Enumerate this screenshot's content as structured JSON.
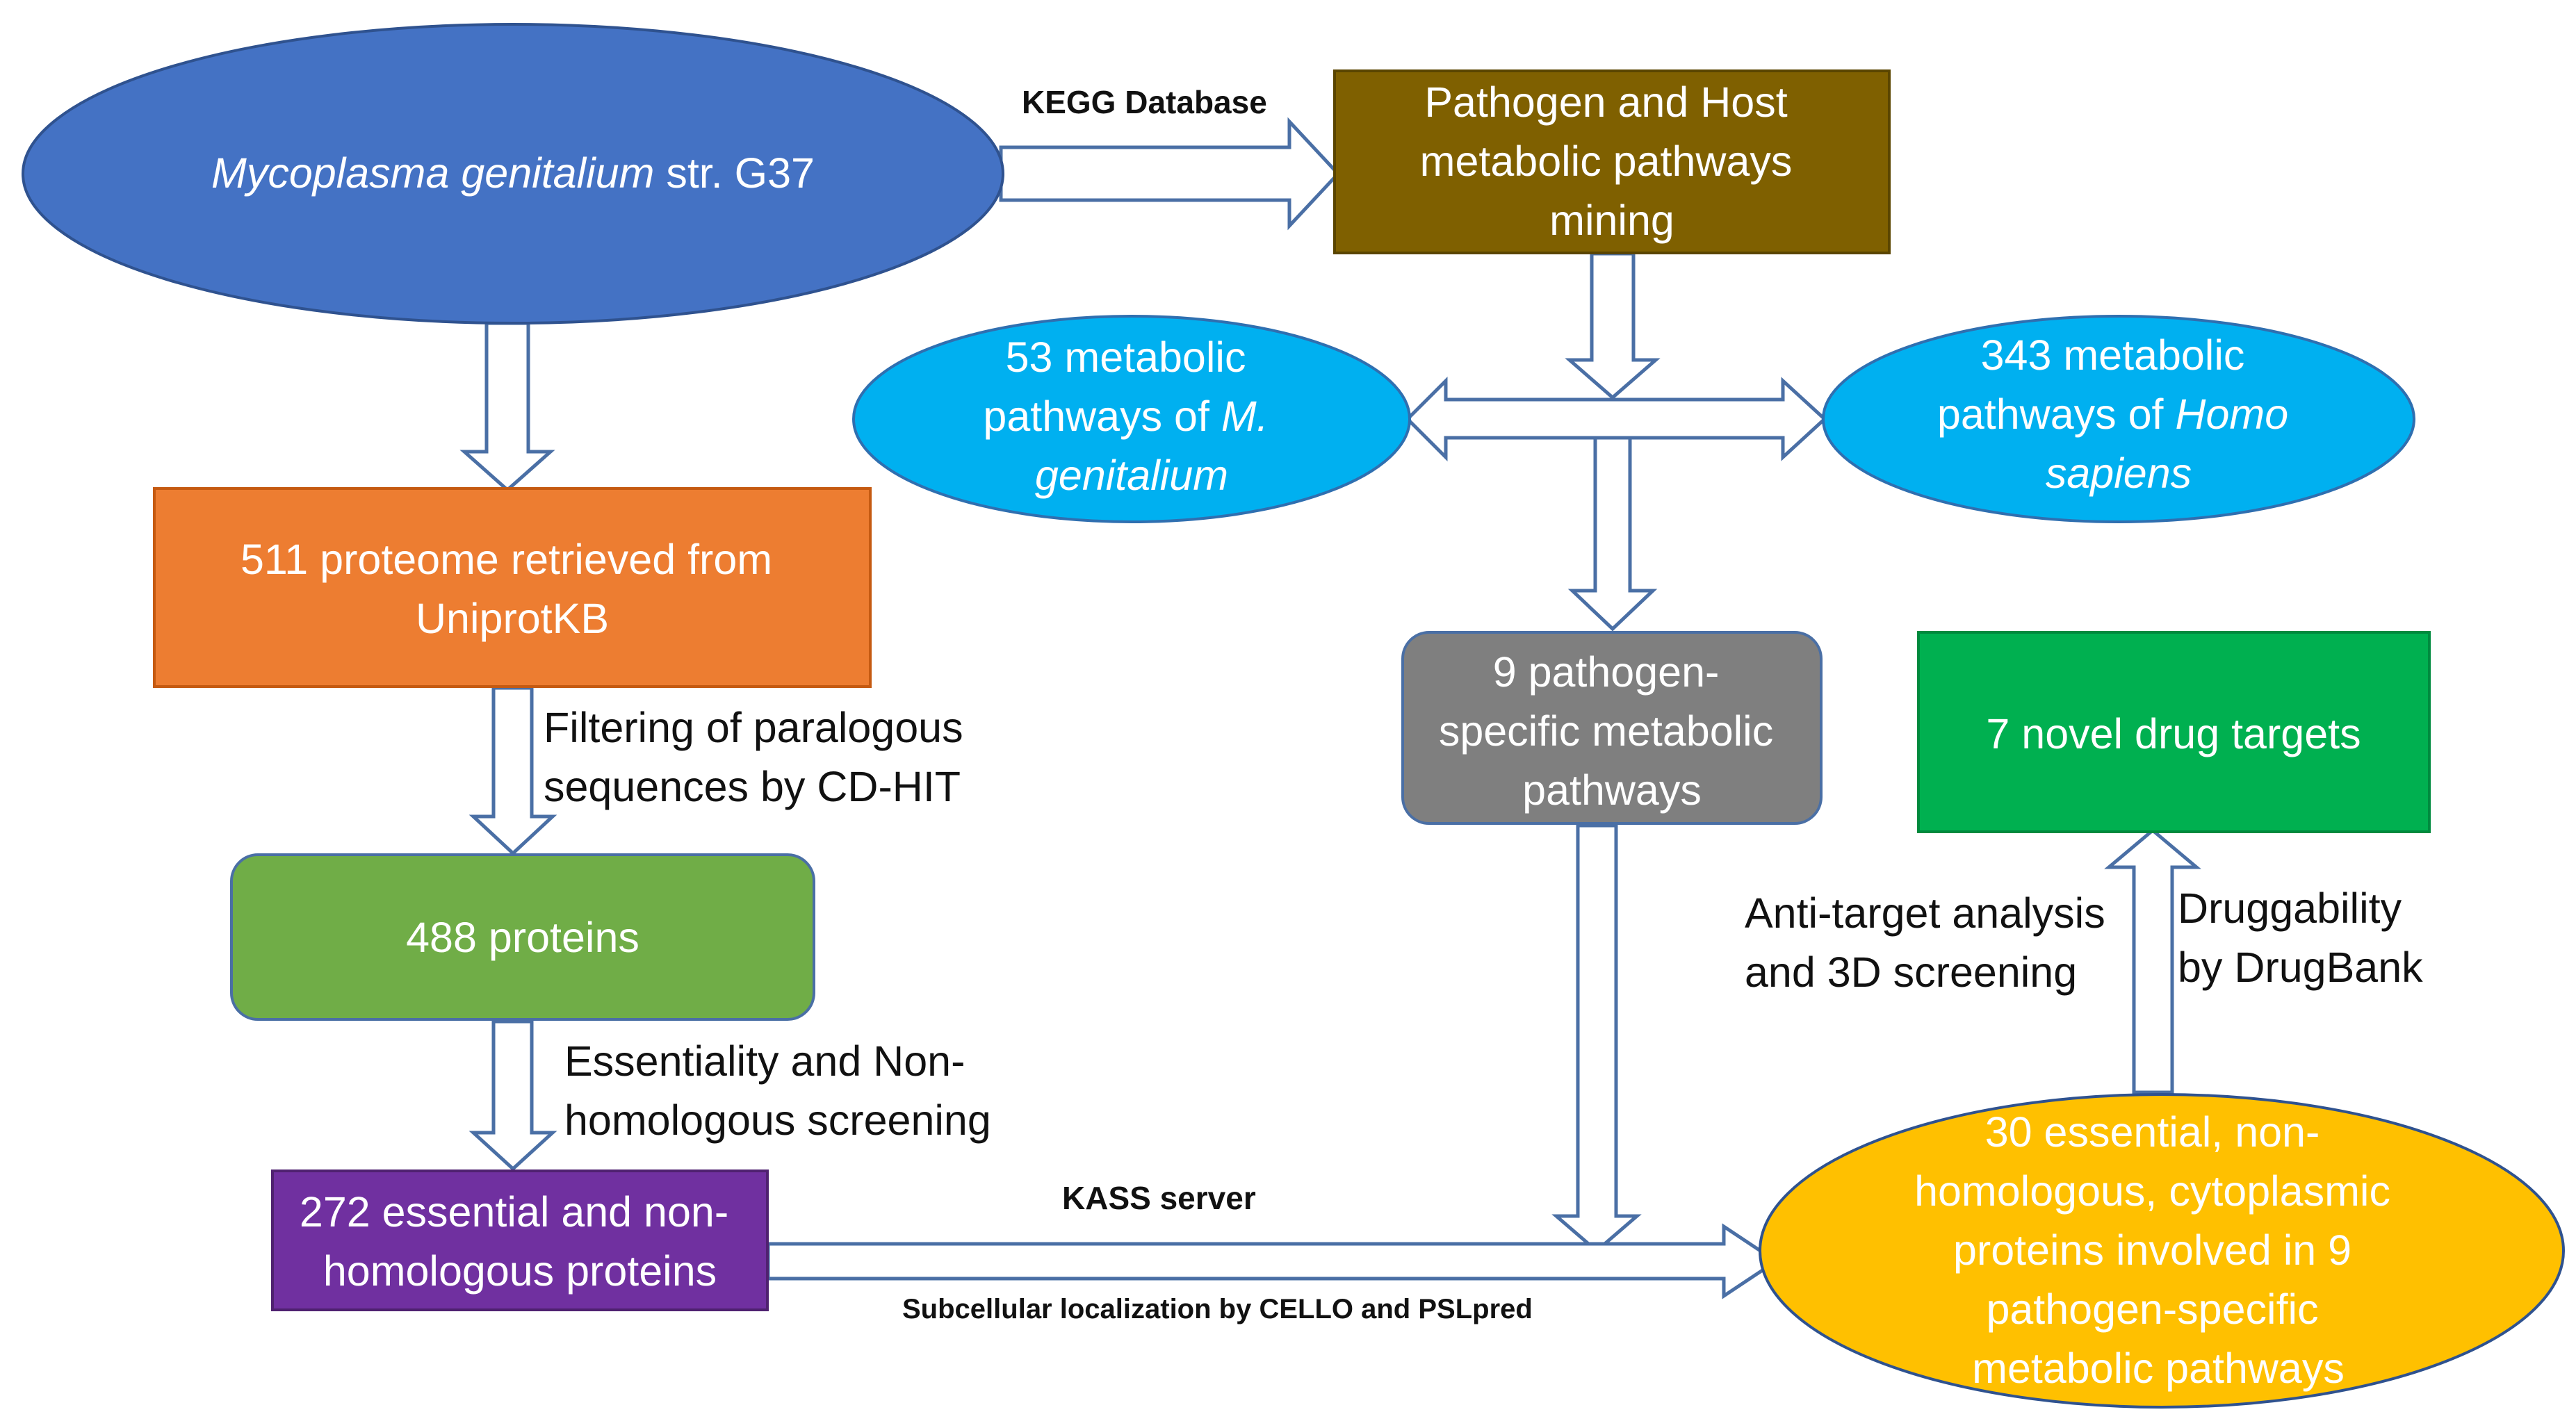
{
  "nodes": {
    "mycoplasma": {
      "italic": "Mycoplasma genitalium",
      "rest": " str. G37",
      "color": "#4472C4"
    },
    "pathogen_host": {
      "lines": [
        "Pathogen and Host",
        "metabolic pathways",
        "mining"
      ],
      "color": "#7F6000"
    },
    "mg_pathways": {
      "line1": "53 metabolic",
      "line2_plain": "pathways of ",
      "line2_italic": "M.",
      "line3_italic": "genitalium",
      "color": "#00B0F0"
    },
    "hs_pathways": {
      "line1": "343 metabolic",
      "line2_plain": "pathways of ",
      "line2_italic": "Homo",
      "line3_italic": "sapiens",
      "color": "#00B0F0"
    },
    "proteome": {
      "lines": [
        "511 proteome retrieved from",
        "UniprotKB"
      ],
      "color": "#ED7D31"
    },
    "pathogen_specific": {
      "lines": [
        "9 pathogen-",
        "specific metabolic",
        "pathways"
      ],
      "color": "#7F7F7F"
    },
    "drug_targets": {
      "lines": [
        "7 novel drug targets"
      ],
      "color": "#00B050"
    },
    "proteins_488": {
      "lines": [
        "488 proteins"
      ],
      "color": "#70AD47"
    },
    "essential_272": {
      "lines": [
        "272 essential and non-",
        "homologous proteins"
      ],
      "color": "#7030A0"
    },
    "essential_30": {
      "lines": [
        "30 essential, non-",
        "homologous, cytoplasmic",
        "proteins involved in 9",
        "pathogen-specific",
        "metabolic pathways"
      ],
      "color": "#FFC000"
    }
  },
  "edge_labels": {
    "kegg": "KEGG Database",
    "cdhit": [
      "Filtering of paralogous",
      "sequences by CD-HIT"
    ],
    "essentiality": [
      "Essentiality and Non-",
      "homologous screening"
    ],
    "kass": "KASS server",
    "subcellular": "Subcellular localization by CELLO and PSLpred",
    "antitarget": [
      "Anti-target analysis",
      "and 3D screening"
    ],
    "druggability": [
      "Druggability",
      "by DrugBank"
    ]
  }
}
